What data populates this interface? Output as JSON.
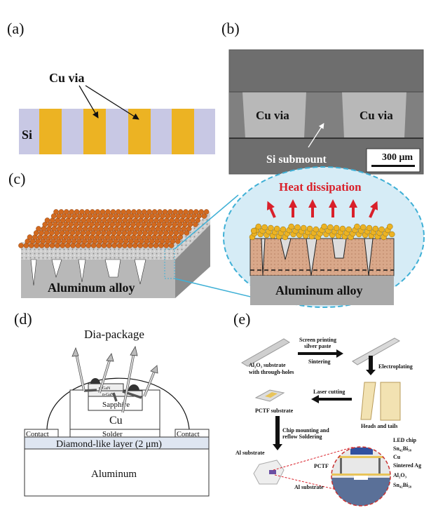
{
  "panels": {
    "a": {
      "label": "(a)",
      "cu_via": "Cu via",
      "si": "Si"
    },
    "b": {
      "label": "(b)",
      "cu_via_left": "Cu via",
      "cu_via_right": "Cu via",
      "si_submount": "Si submount",
      "scale_bar": "300 μm"
    },
    "c": {
      "label": "(c)",
      "heat": "Heat dissipation",
      "alloy_block": "Aluminum alloy",
      "alloy_zoom": "Aluminum alloy"
    },
    "d": {
      "label": "(d)",
      "title": "Dia-package",
      "p_gan": "p-GaN",
      "n_gan": "n-GaN",
      "sapphire": "Sapphire",
      "cu": "Cu",
      "solder": "Solder",
      "contact_left": "Contact",
      "contact_right": "Contact",
      "diamond": "Diamond-like layer (2 μm)",
      "aluminum": "Aluminum"
    },
    "e": {
      "label": "(e)",
      "step1_line1": "Screen printing",
      "step1_line2": "silver paste",
      "step1_line3": "Sintering",
      "substrate_line1": "Al₂O₃ substrate",
      "substrate_line2": "with through-holes",
      "electroplating": "Electroplating",
      "laser": "Laser cutting",
      "heads": "Heads and tails",
      "pctf_sub": "PCTF substrate",
      "chip_line1": "Chip mounting and",
      "chip_line2": "reflow Soldering",
      "al_sub_top": "Al substrate",
      "al_sub_bottom": "Al substrate",
      "pctf": "PCTF",
      "layers": [
        "LED chip",
        "Sn₄₂Bi₅₈",
        "Cu",
        "Sintered Ag",
        "Al₂O₃",
        "Sn₄₂Bi₅₈"
      ]
    }
  },
  "colors": {
    "si": "#c8c8e4",
    "cu": "#ecb323",
    "heat": "#d9202a",
    "zoom_circle": "#3fb0d6",
    "particle": "#d2691e",
    "sem_bg": "#6e6e6e"
  }
}
